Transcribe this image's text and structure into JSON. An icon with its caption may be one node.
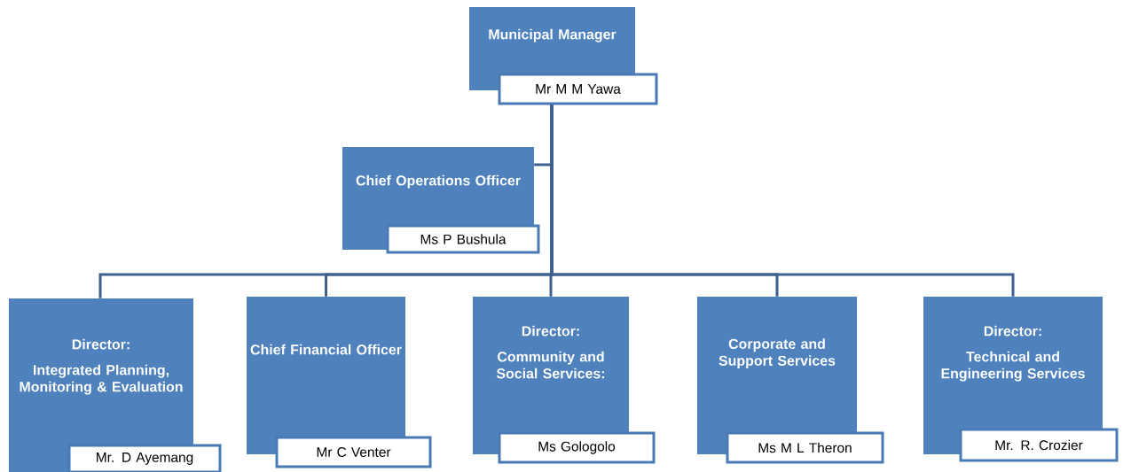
{
  "diagram": {
    "nodes": [
      {
        "text": [
          "Municipal Manager"
        ]
      },
      {
        "text": [
          "Mr M M Yawa"
        ]
      },
      {
        "text": [
          "Chief Operations Officer"
        ]
      },
      {
        "text": [
          "Ms P Bushula"
        ]
      },
      {
        "text": [
          "Director:",
          "Integrated Planning, Monitoring & Evaluation"
        ]
      },
      {
        "text": [
          "Mr. D Ayemang"
        ]
      },
      {
        "text": [
          "Chief Financial Officer"
        ]
      },
      {
        "text": [
          "Mr C Venter"
        ]
      },
      {
        "text": [
          "Director:",
          "Community and Social Services:"
        ]
      },
      {
        "text": [
          "Ms Gologolo"
        ]
      },
      {
        "text": [
          "Corporate and Support Services"
        ]
      },
      {
        "text": [
          "Ms M L Theron"
        ]
      },
      {
        "text": [
          "Director:",
          "Technical and Engineering Services"
        ]
      },
      {
        "text": [
          "Mr. R. Crozier"
        ]
      }
    ],
    "edges": [
      {
        "from": 1,
        "to": 2,
        "arrow": "none"
      },
      {
        "from": 1,
        "to": 4,
        "arrow": "none"
      },
      {
        "from": 1,
        "to": 6,
        "arrow": "none"
      },
      {
        "from": 1,
        "to": 8,
        "arrow": "none"
      },
      {
        "from": 1,
        "to": 10,
        "arrow": "none"
      },
      {
        "from": 1,
        "to": 12,
        "arrow": "none"
      }
    ]
  }
}
